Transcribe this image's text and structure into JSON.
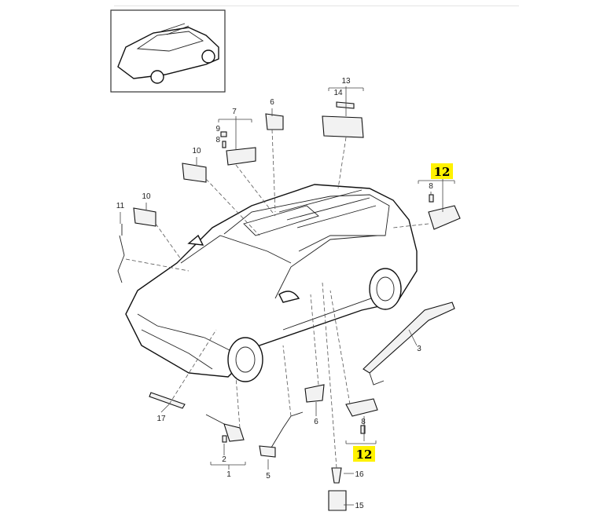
{
  "diagram": {
    "title": "Vehicle lighting parts diagram",
    "highlight_color": "#fff200",
    "callouts": {
      "c13": "13",
      "c14": "14",
      "c6a": "6",
      "c7": "7",
      "c9": "9",
      "c8a": "8",
      "c10a": "10",
      "c10b": "10",
      "c11": "11",
      "c12a": "12",
      "c8b": "8",
      "c3": "3",
      "c17": "17",
      "c2": "2",
      "c1": "1",
      "c5": "5",
      "c6b": "6",
      "c8c": "8",
      "c12b": "12",
      "c16": "16",
      "c15": "15"
    }
  }
}
